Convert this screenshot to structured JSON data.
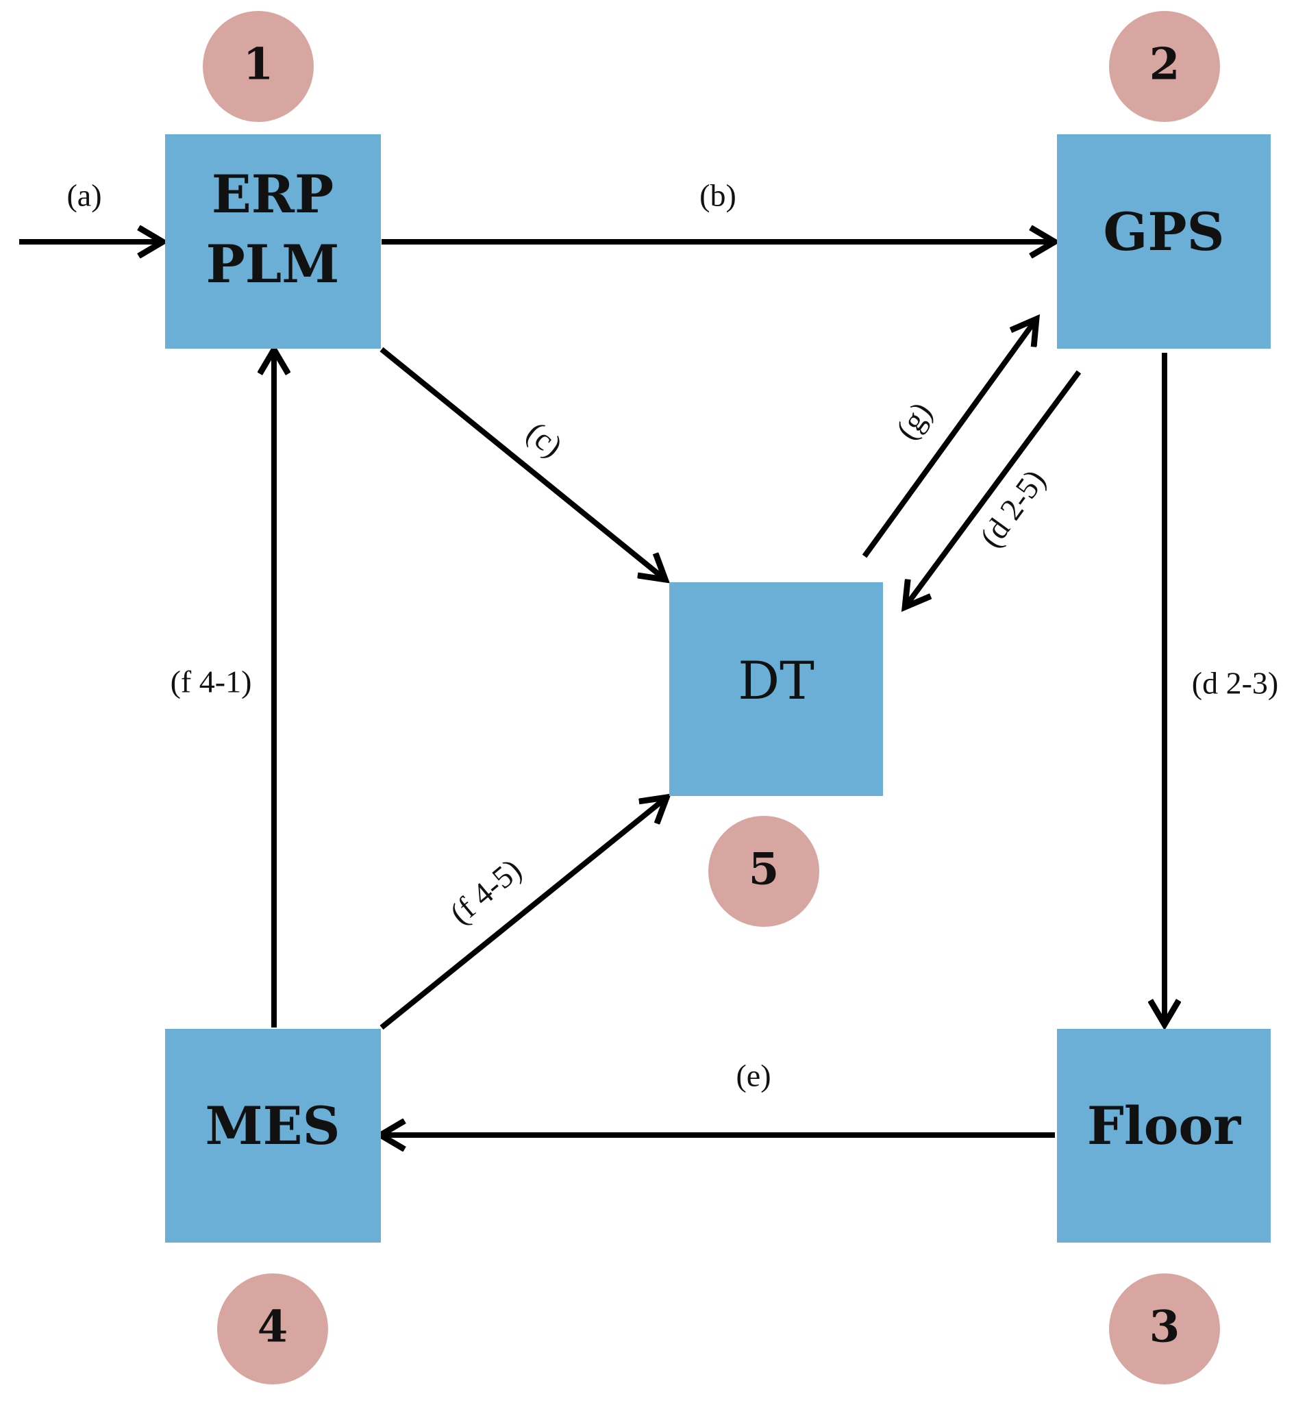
{
  "colors": {
    "box": "#6baed6",
    "badge": "#d8a6a1",
    "edge": "#000000"
  },
  "nodes": {
    "erp_plm": {
      "lines": [
        "ERP",
        "PLM"
      ],
      "badge": "1"
    },
    "gps": {
      "lines": [
        "GPS"
      ],
      "badge": "2"
    },
    "floor": {
      "lines": [
        "Floor"
      ],
      "badge": "3"
    },
    "mes": {
      "lines": [
        "MES"
      ],
      "badge": "4"
    },
    "dt": {
      "lines": [
        "DT"
      ],
      "badge": "5"
    }
  },
  "edges": {
    "a": {
      "label": "(a)",
      "from": "",
      "to": "ERP PLM"
    },
    "b": {
      "label": "(b)",
      "from": "ERP PLM",
      "to": "GPS"
    },
    "c": {
      "label": "(c)",
      "from": "ERP PLM",
      "to": "DT"
    },
    "g": {
      "label": "(g)",
      "from": "DT",
      "to": "GPS"
    },
    "d25": {
      "label": "(d 2-5)",
      "from": "GPS",
      "to": "DT"
    },
    "d23": {
      "label": "(d 2-3)",
      "from": "GPS",
      "to": "Floor"
    },
    "e": {
      "label": "(e)",
      "from": "Floor",
      "to": "MES"
    },
    "f41": {
      "label": "(f 4-1)",
      "from": "MES",
      "to": "ERP PLM"
    },
    "f45": {
      "label": "(f 4-5)",
      "from": "MES",
      "to": "DT"
    }
  }
}
